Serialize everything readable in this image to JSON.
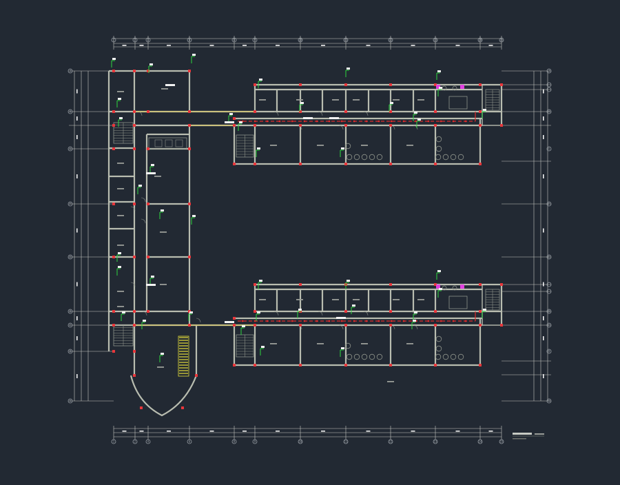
{
  "drawing": {
    "background": "#222933",
    "colors": {
      "wall": "#b9bdb0",
      "wall_dark": "#8e938a",
      "dim": "#c8cac4",
      "grid": "#9aa0a6",
      "column": "#e8363b",
      "fixture_green": "#2fd63f",
      "tag_white": "#f2f2f2",
      "feed_yellow": "#e0c84a",
      "feed_red": "#e02b2b",
      "device_magenta": "#e040e0",
      "stair_yellow": "#e8df3a"
    },
    "axes": {
      "x_bubbles": [
        "1",
        "2",
        "4",
        "6",
        "8",
        "9",
        "10",
        "11",
        "12",
        "13",
        "14",
        "15"
      ],
      "y_bubbles": [
        "A",
        "B",
        "C",
        "D",
        "E",
        "F",
        "G",
        "H",
        "J"
      ]
    }
  }
}
